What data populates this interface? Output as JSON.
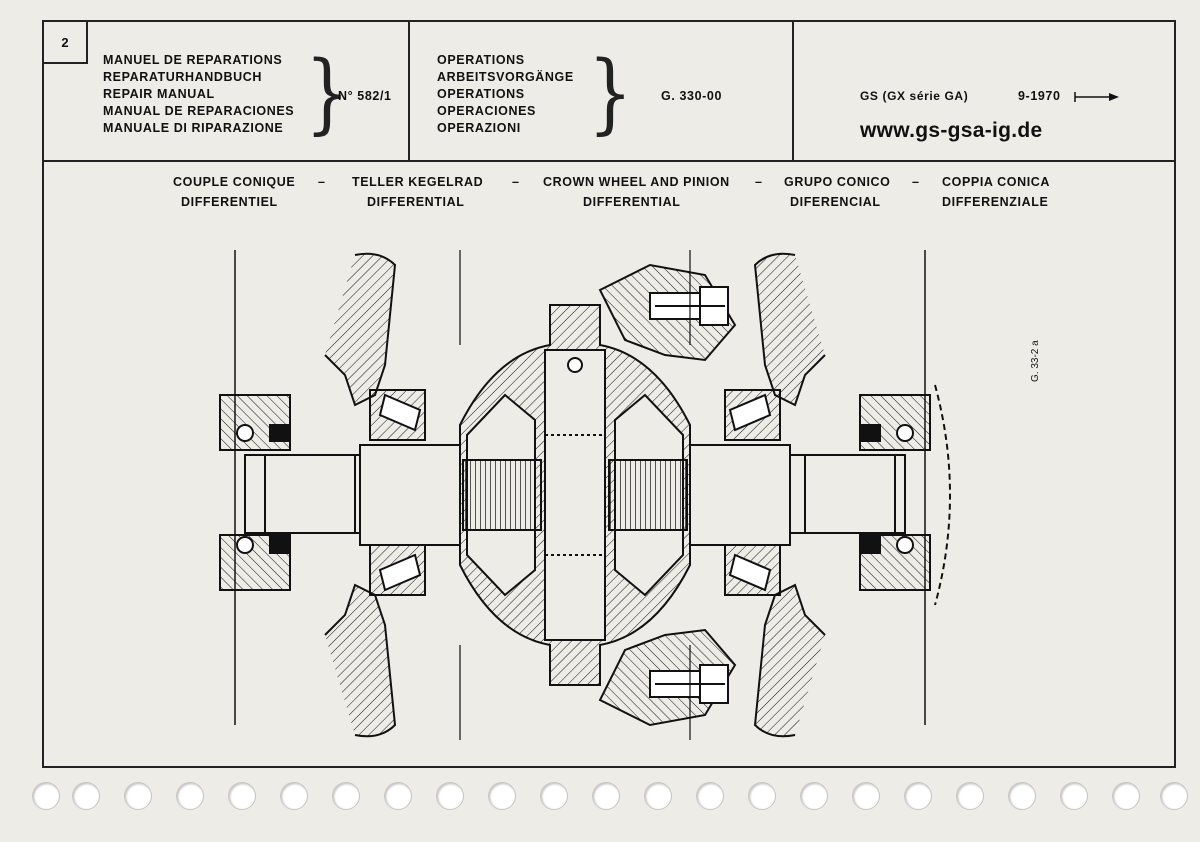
{
  "header": {
    "page_number": "2",
    "manual_titles": [
      "MANUEL DE REPARATIONS",
      "REPARATURHANDBUCH",
      "REPAIR MANUAL",
      "MANUAL DE REPARACIONES",
      "MANUALE DI RIPARAZIONE"
    ],
    "manual_number": "N° 582/1",
    "operation_titles": [
      "OPERATIONS",
      "ARBEITSVORGÄNGE",
      "OPERATIONS",
      "OPERACIONES",
      "OPERAZIONI"
    ],
    "operation_code": "G. 330-00",
    "model": "GS (GX série GA)",
    "date": "9-1970",
    "website": "www.gs-gsa-ig.de"
  },
  "subject": {
    "line1": [
      "COUPLE CONIQUE",
      "TELLER KEGELRAD",
      "CROWN WHEEL AND PINION",
      "GRUPO CONICO",
      "COPPIA CONICA"
    ],
    "line2": [
      "DIFFERENTIEL",
      "DIFFERENTIAL",
      "DIFFERENTIAL",
      "DIFERENCIAL",
      "DIFFERENZIALE"
    ],
    "separator": "–"
  },
  "figure": {
    "reference": "G. 33-2 a",
    "icon": "differential-cross-section-drawing"
  },
  "colors": {
    "paper": "#eeece6",
    "ink": "#111111"
  }
}
